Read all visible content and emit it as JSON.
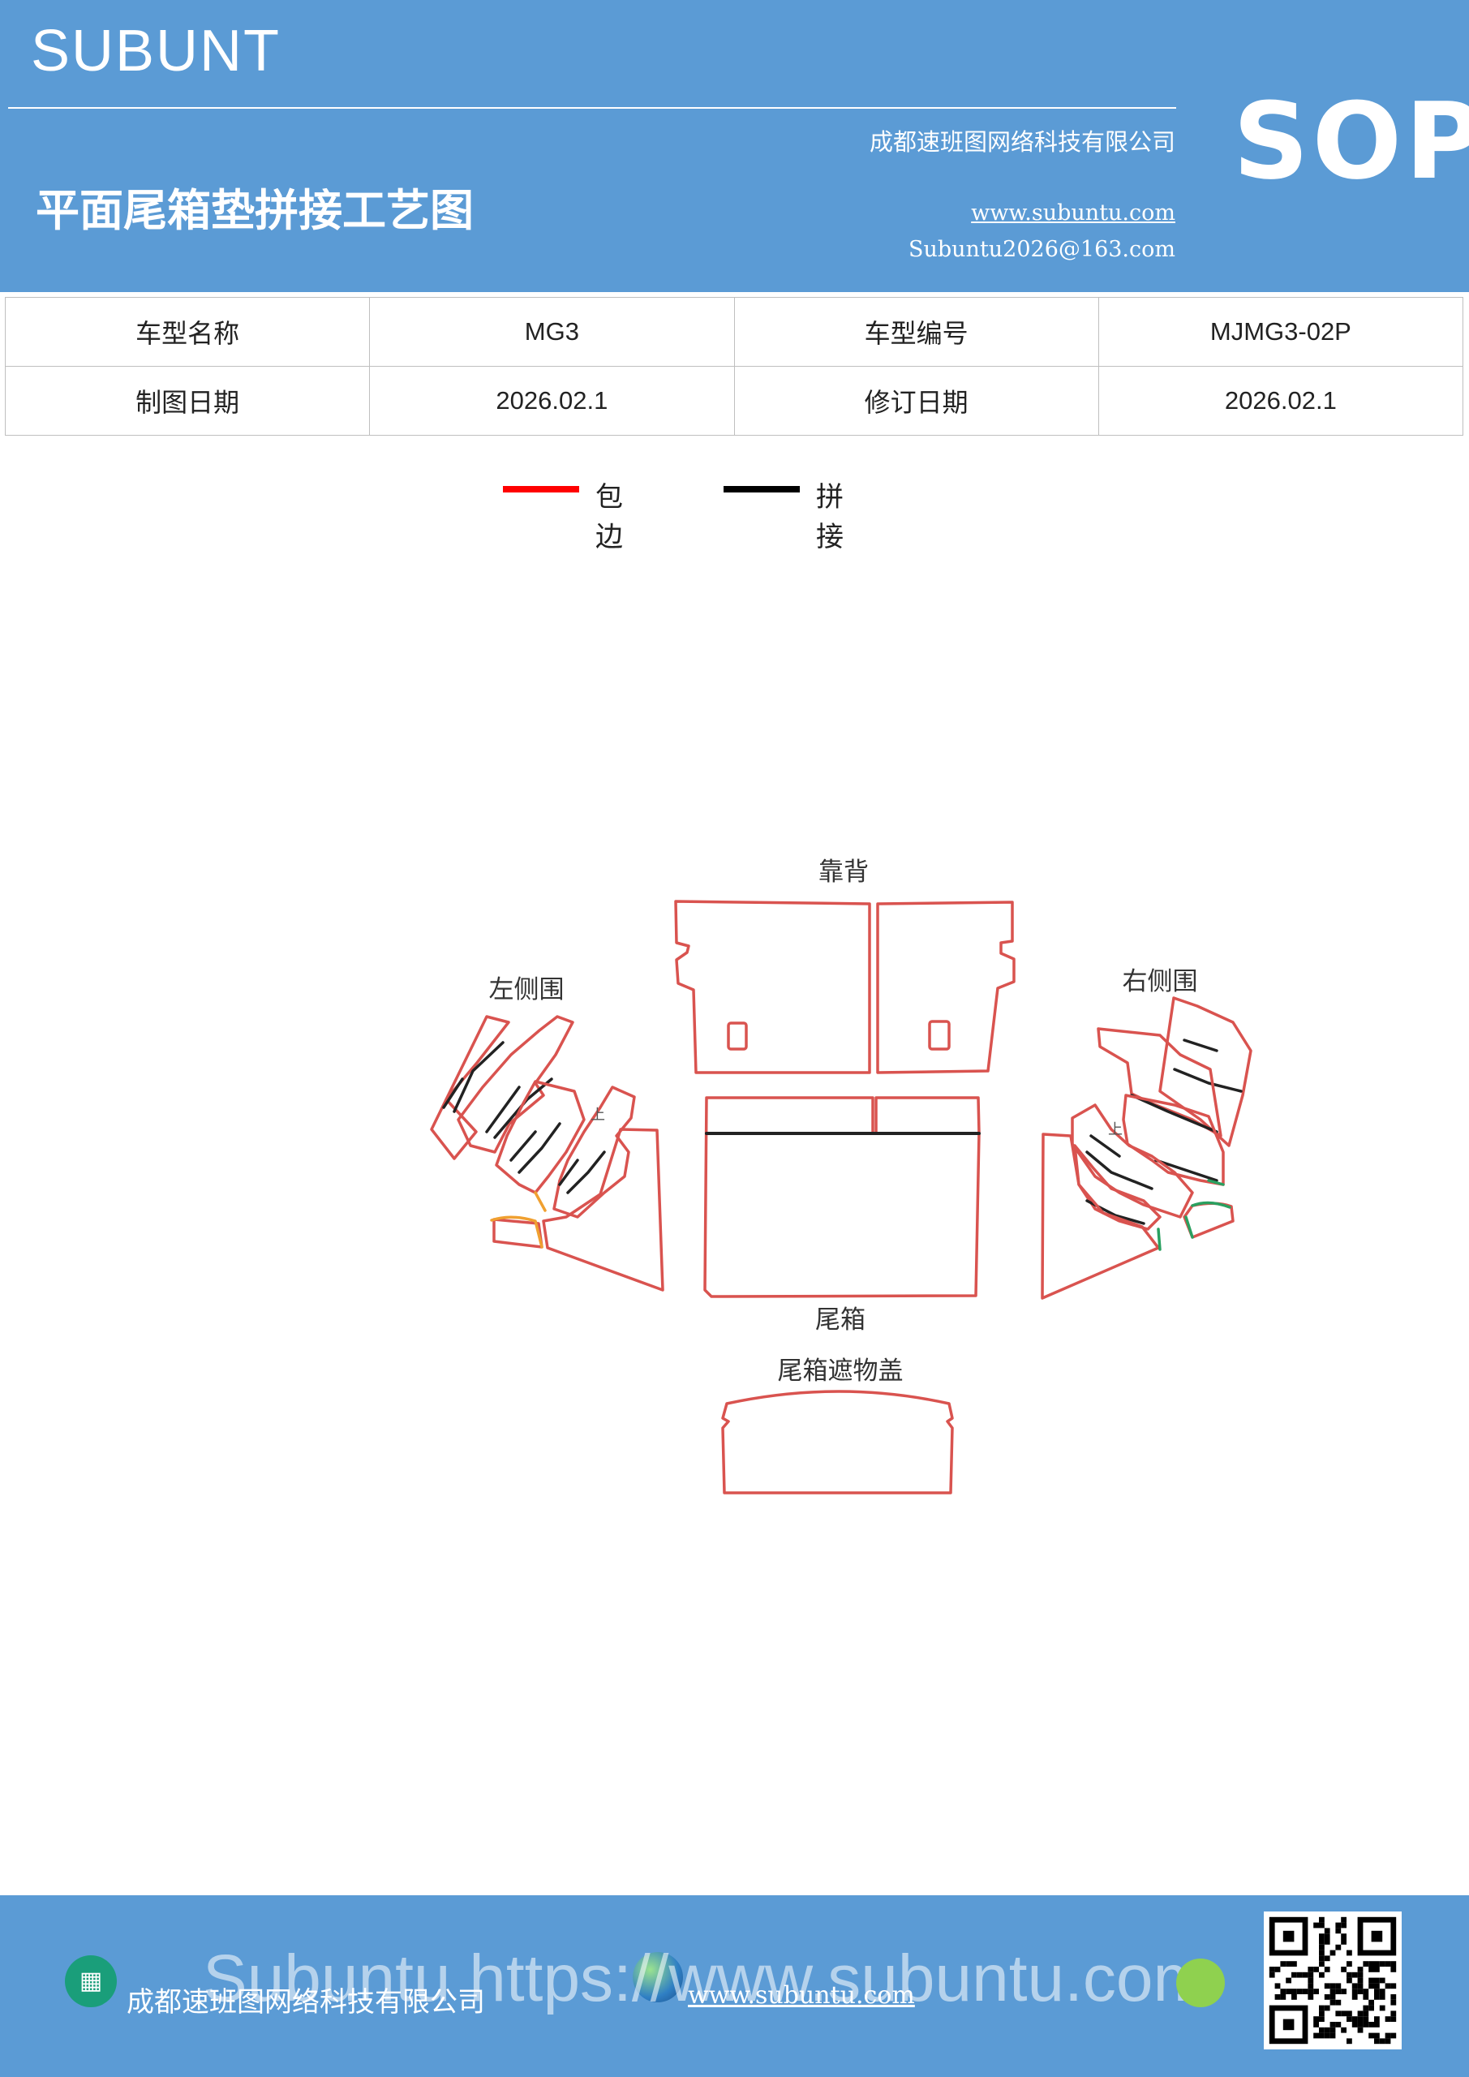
{
  "header": {
    "brand": "SUBUNT",
    "title": "平面尾箱垫拼接工艺图",
    "company": "成都速班图网络科技有限公司",
    "website": "www.subuntu.com",
    "email": "Subuntu2026@163.com",
    "sop": "SOP"
  },
  "info_table": {
    "rows": [
      [
        {
          "label": "车型名称",
          "value": "MG3"
        },
        {
          "label": "车型编号",
          "value": "MJMG3-02P"
        }
      ],
      [
        {
          "label": "制图日期",
          "value": "2026.02.1"
        },
        {
          "label": "修订日期",
          "value": "2026.02.1"
        }
      ]
    ]
  },
  "legend": {
    "items": [
      {
        "label": "包边",
        "color": "#ff0000"
      },
      {
        "label": "拼接",
        "color": "#000000"
      }
    ]
  },
  "diagram": {
    "labels": {
      "backrest": "靠背",
      "left_side": "左侧围",
      "right_side": "右侧围",
      "trunk": "尾箱",
      "cover": "尾箱遮物盖",
      "mark_left": "上",
      "mark_right": "上"
    },
    "colors": {
      "edge": "#d9534f",
      "seam": "#222222",
      "accent_orange": "#f0a030",
      "accent_green": "#2aa060"
    }
  },
  "footer": {
    "company": "成都速班图网络科技有限公司",
    "website": "www.subuntu.com",
    "watermark": "Subuntu https://www.subuntu.com"
  }
}
